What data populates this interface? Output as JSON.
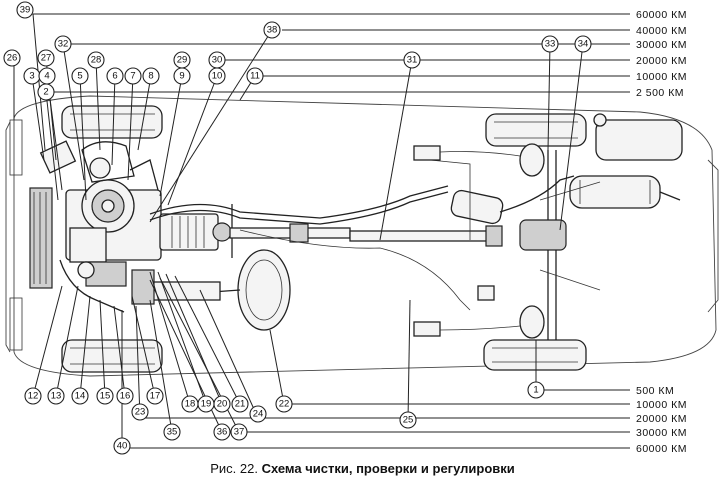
{
  "caption": {
    "prefix": "Рис. 22.",
    "title": "Схема чистки, проверки и регулировки"
  },
  "intervals_top": [
    "60000 КМ",
    "40000 КМ",
    "30000 КМ",
    "20000 КМ",
    "10000 КМ",
    "2 500 КМ"
  ],
  "intervals_bottom": [
    "500 КМ",
    "10000 КМ",
    "20000 КМ",
    "30000 КМ",
    "60000 КМ"
  ],
  "callouts_top": [
    "39",
    "26",
    "27",
    "32",
    "28",
    "3",
    "4",
    "5",
    "6",
    "7",
    "8",
    "2",
    "29",
    "30",
    "9",
    "10",
    "11",
    "38",
    "31",
    "33",
    "34"
  ],
  "callouts_bottom": [
    "12",
    "13",
    "14",
    "15",
    "16",
    "17",
    "18",
    "19",
    "20",
    "21",
    "22",
    "23",
    "24",
    "35",
    "36",
    "37",
    "25",
    "40",
    "1"
  ]
}
